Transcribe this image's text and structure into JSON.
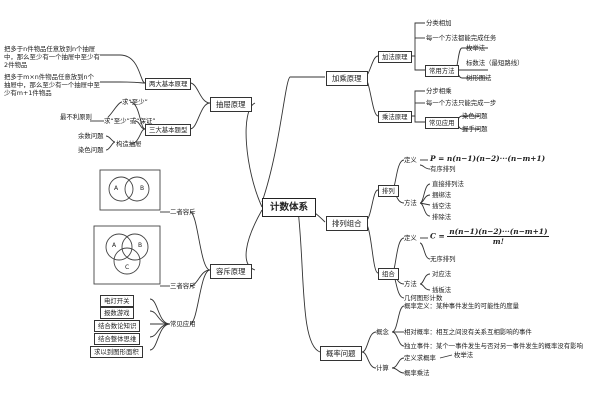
{
  "center": "计数体系",
  "principles": {
    "label": "加乘原理",
    "addition": {
      "label": "加法原理",
      "items": [
        "分类相加",
        "每一个方法都能完成任务"
      ],
      "method": {
        "label": "常用方法",
        "items": [
          "枚举法",
          "标数法（最短路线）",
          "树形图法"
        ]
      }
    },
    "multiplication": {
      "label": "乘法原理",
      "items": [
        "分步相乘",
        "每一个方法只能完成一步"
      ],
      "apps": {
        "label": "常见应用",
        "items": [
          "染色问题",
          "握手问题"
        ]
      }
    }
  },
  "pigeonhole": {
    "label": "抽屉原理",
    "basic": {
      "label": "两大基本原理",
      "items": [
        "把多于n件物品任意放到n个抽屉中，那么至少有一个抽屉中至少有2件物品",
        "把多于m×n件物品任意放到n个抽屉中，那么至少有一个抽屉中至少有m+1件物品"
      ]
    },
    "types": {
      "label": "三大基本题型",
      "worst_head": "求“至少”",
      "worst": "最不利原则",
      "best": "求“至少”或“保证”",
      "construct": "构造抽屉",
      "items": [
        "余数问题",
        "染色问题"
      ]
    }
  },
  "perm": {
    "label": "排列组合",
    "arr": {
      "label": "排列",
      "def": "定义",
      "method": "方法",
      "formula": "P = n(n−1)(n−2)···(n−m+1)",
      "items": [
        "有序排列",
        "直接排列法",
        "捆绑法",
        "插空法",
        "排除法"
      ]
    },
    "comb": {
      "label": "组合",
      "def": "定义",
      "method": "方法",
      "formula_lhs": "C",
      "formula_num": "n(n−1)(n−2)···(n−m+1)",
      "formula_den": "m!",
      "items": [
        "无序排列",
        "对应法",
        "插板法"
      ],
      "extra": "几何图形计数"
    }
  },
  "ie": {
    "label": "容斥原理",
    "two": "二者容斥",
    "three": "三者容斥",
    "common": {
      "label": "常见应用",
      "items": [
        "电灯开关",
        "报数游戏",
        "结合数论知识",
        "结合整体思维",
        "求以到图形面积"
      ]
    },
    "venn": {
      "labels": [
        "A",
        "B",
        "C"
      ]
    }
  },
  "prob": {
    "label": "概率问题",
    "concept": {
      "label": "概念",
      "items": [
        "概率定义：某种事件发生的可能性的度量",
        "相对概率：相互之间没有关系互相影响的事件",
        "独立事件：某个一事件发生与否对另一事件发生的概率没有影响"
      ]
    },
    "calc": {
      "label": "计算",
      "items": [
        "定义求概率",
        "概率乘法"
      ],
      "method": "枚举法"
    }
  }
}
